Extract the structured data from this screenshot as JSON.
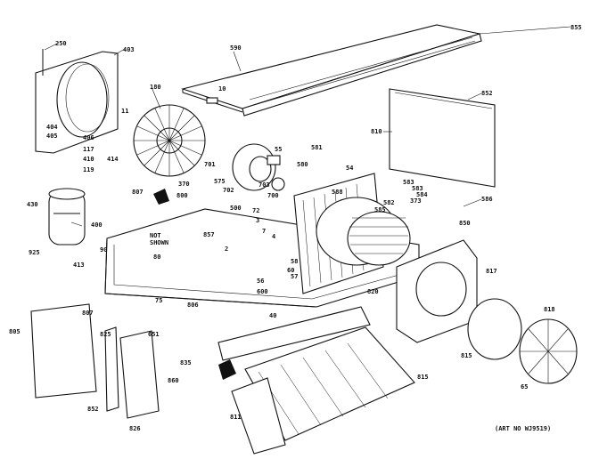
{
  "diagram": {
    "art_number": "(ART NO WJ9519)",
    "callouts": [
      {
        "id": "c250",
        "text": "250"
      },
      {
        "id": "c403",
        "text": "403"
      },
      {
        "id": "c180",
        "text": "180"
      },
      {
        "id": "c590",
        "text": "590"
      },
      {
        "id": "c855",
        "text": "855"
      },
      {
        "id": "c852t",
        "text": "852"
      },
      {
        "id": "c810",
        "text": "810"
      },
      {
        "id": "c10",
        "text": "10"
      },
      {
        "id": "c11",
        "text": "11"
      },
      {
        "id": "c404",
        "text": "404"
      },
      {
        "id": "c405",
        "text": "405"
      },
      {
        "id": "c406",
        "text": "406"
      },
      {
        "id": "c117",
        "text": "117"
      },
      {
        "id": "c410",
        "text": "410"
      },
      {
        "id": "c119",
        "text": "119"
      },
      {
        "id": "c701",
        "text": "701"
      },
      {
        "id": "c55",
        "text": "55"
      },
      {
        "id": "c581",
        "text": "581"
      },
      {
        "id": "c580",
        "text": "580"
      },
      {
        "id": "c54",
        "text": "54"
      },
      {
        "id": "c586",
        "text": "586"
      },
      {
        "id": "c414",
        "text": "414"
      },
      {
        "id": "c370",
        "text": "370"
      },
      {
        "id": "c807",
        "text": "807"
      },
      {
        "id": "c800",
        "text": "800"
      },
      {
        "id": "c575",
        "text": "575"
      },
      {
        "id": "c702",
        "text": "702"
      },
      {
        "id": "c703",
        "text": "703"
      },
      {
        "id": "c700",
        "text": "700"
      },
      {
        "id": "c582",
        "text": "582"
      },
      {
        "id": "c583",
        "text": "583"
      },
      {
        "id": "c373",
        "text": "373"
      },
      {
        "id": "c583b",
        "text": "583"
      },
      {
        "id": "c584",
        "text": "584"
      },
      {
        "id": "c585",
        "text": "585"
      },
      {
        "id": "c588",
        "text": "588"
      },
      {
        "id": "c850",
        "text": "850"
      },
      {
        "id": "c430",
        "text": "430"
      },
      {
        "id": "c400",
        "text": "400"
      },
      {
        "id": "c925",
        "text": "925"
      },
      {
        "id": "c90",
        "text": "90"
      },
      {
        "id": "c413",
        "text": "413"
      },
      {
        "id": "c857",
        "text": "857"
      },
      {
        "id": "c3",
        "text": "3"
      },
      {
        "id": "c4",
        "text": "4"
      },
      {
        "id": "c7",
        "text": "7"
      },
      {
        "id": "c2",
        "text": "2"
      },
      {
        "id": "c60",
        "text": "60"
      },
      {
        "id": "c58",
        "text": "58"
      },
      {
        "id": "c57",
        "text": "57"
      },
      {
        "id": "c56",
        "text": "56"
      },
      {
        "id": "c820",
        "text": "820"
      },
      {
        "id": "c600",
        "text": "600"
      },
      {
        "id": "c40",
        "text": "40"
      },
      {
        "id": "c807b",
        "text": "807"
      },
      {
        "id": "c805",
        "text": "805"
      },
      {
        "id": "c806",
        "text": "806"
      },
      {
        "id": "c80",
        "text": "80"
      },
      {
        "id": "c75",
        "text": "75"
      },
      {
        "id": "c825",
        "text": "825"
      },
      {
        "id": "c651",
        "text": "651"
      },
      {
        "id": "c835",
        "text": "835"
      },
      {
        "id": "c860",
        "text": "860"
      },
      {
        "id": "c826",
        "text": "826"
      },
      {
        "id": "c852b",
        "text": "852"
      },
      {
        "id": "c811",
        "text": "811"
      },
      {
        "id": "c815",
        "text": "815"
      },
      {
        "id": "c818",
        "text": "818"
      },
      {
        "id": "c815b",
        "text": "815"
      },
      {
        "id": "c817",
        "text": "817"
      },
      {
        "id": "c500",
        "text": "500"
      },
      {
        "id": "c65",
        "text": "65"
      },
      {
        "id": "c72",
        "text": "72"
      }
    ],
    "side_labels": {
      "not_shown": "NOT",
      "shown": "SHOWN"
    }
  }
}
